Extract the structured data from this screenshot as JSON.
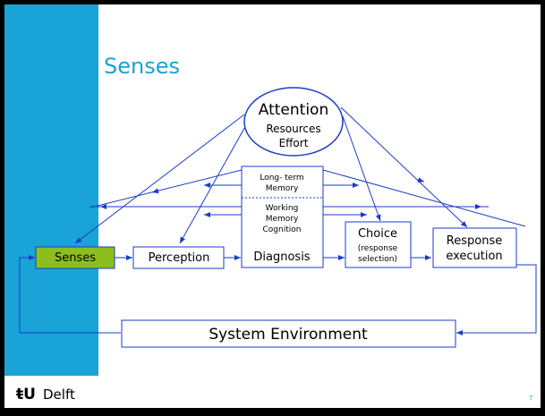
{
  "slide": {
    "title": "Senses",
    "page_number": "7",
    "logo_mark": "ŧU",
    "logo_text": "Delft"
  },
  "diagram": {
    "attention": [
      "Attention",
      "Resources",
      "Effort"
    ],
    "memory_top": [
      "Long- term",
      "Memory"
    ],
    "memory_bottom": [
      "Working",
      "Memory",
      "Cognition"
    ],
    "senses": "Senses",
    "perception": "Perception",
    "diagnosis": "Diagnosis",
    "choice": [
      "Choice",
      "(response",
      "selection)"
    ],
    "response": [
      "Response",
      "execution"
    ],
    "system_environment": "System Environment"
  },
  "colors": {
    "sidebar": "#1aa3d6",
    "title": "#1aa3d6",
    "line": "#1a3cc8",
    "senses_fill": "#8bbf1e",
    "frame": "#000000"
  }
}
